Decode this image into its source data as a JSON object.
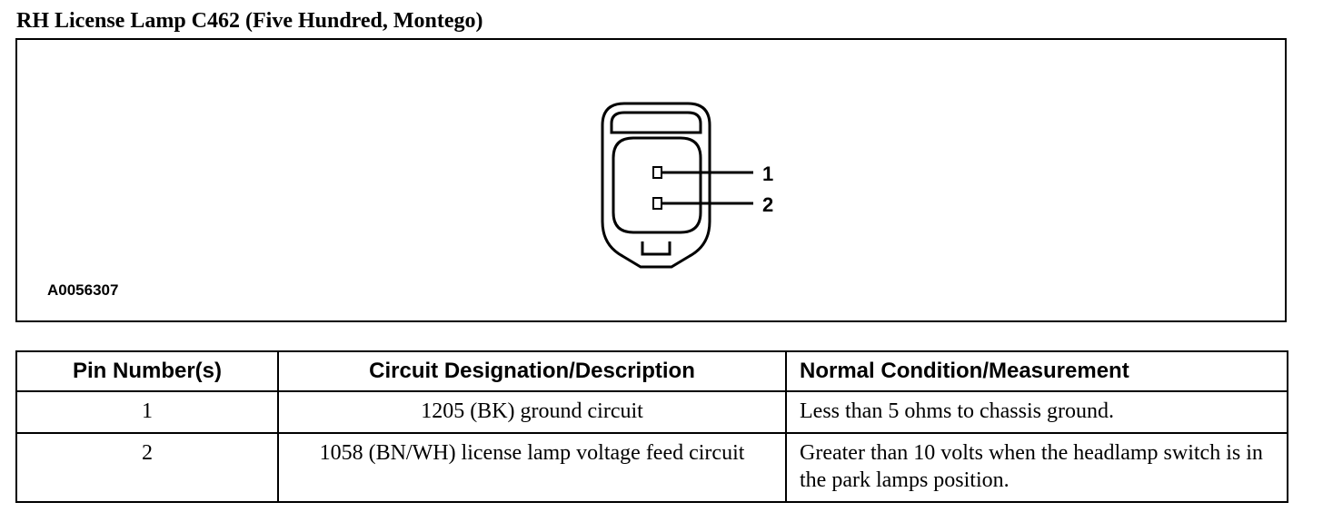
{
  "title": "RH License Lamp C462 (Five Hundred, Montego)",
  "diagram": {
    "figure_id": "A0056307",
    "pin_labels": [
      "1",
      "2"
    ]
  },
  "table": {
    "headers": [
      "Pin Number(s)",
      "Circuit Designation/Description",
      "Normal Condition/Measurement"
    ],
    "rows": [
      {
        "pin": "1",
        "circuit": "1205 (BK) ground circuit",
        "condition": "Less than 5 ohms to chassis ground."
      },
      {
        "pin": "2",
        "circuit": "1058 (BN/WH) license lamp voltage feed circuit",
        "condition": "Greater than 10 volts when the headlamp switch is in the park lamps position."
      }
    ]
  }
}
